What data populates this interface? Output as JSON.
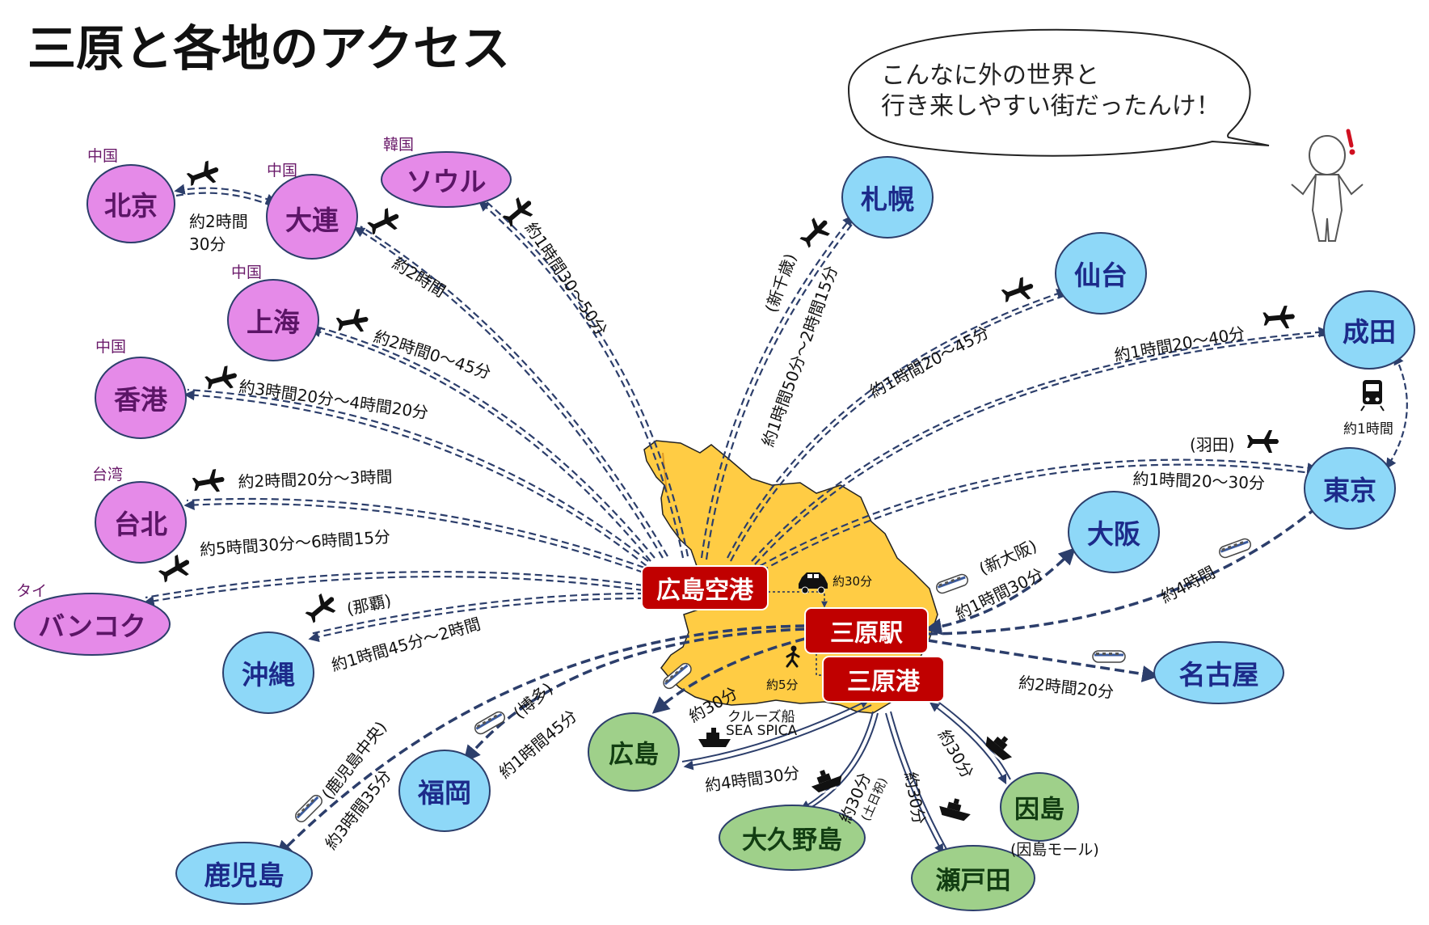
{
  "title": "三原と各地のアクセス",
  "speech_bubble": {
    "line1": "こんなに外の世界と",
    "line2": "行き来しやすい街だったんけ！"
  },
  "hubs": {
    "airport": "広島空港",
    "station": "三原駅",
    "port": "三原港"
  },
  "hub_links": {
    "car_time": "約30分",
    "walk_time": "約5分"
  },
  "international": {
    "beijing": {
      "name": "北京",
      "region": "中国"
    },
    "dalian": {
      "name": "大連",
      "region": "中国"
    },
    "seoul": {
      "name": "ソウル",
      "region": "韓国"
    },
    "shanghai": {
      "name": "上海",
      "region": "中国"
    },
    "hongkong": {
      "name": "香港",
      "region": "中国"
    },
    "taipei": {
      "name": "台北",
      "region": "台湾"
    },
    "bangkok": {
      "name": "バンコク",
      "region": "タイ"
    }
  },
  "domestic": {
    "sapporo": "札幌",
    "sendai": "仙台",
    "narita": "成田",
    "tokyo": "東京",
    "osaka": "大阪",
    "nagoya": "名古屋",
    "okinawa": "沖縄",
    "fukuoka": "福岡",
    "kagoshima": "鹿児島"
  },
  "islands": {
    "hiroshima": "広島",
    "okunoshima": "大久野島",
    "setoda": "瀬戸田",
    "innoshima": "因島"
  },
  "times": {
    "beijing_dalian_1": "約2時間",
    "beijing_dalian_2": "30分",
    "dalian": "約2時間",
    "seoul": "約1時間30～50分",
    "shanghai": "約2時間0～45分",
    "hongkong": "約3時間20分～4時間20分",
    "taipei": "約2時間20分～3時間",
    "bangkok": "約5時間30分～6時間15分",
    "sapporo_note": "(新千歳)",
    "sapporo": "約1時間50分～2時間15分",
    "sendai": "約1時間20～45分",
    "narita": "約1時間20～40分",
    "tokyo_air_note": "(羽田)",
    "tokyo_air": "約1時間20～30分",
    "narita_tokyo": "約1時間",
    "osaka_note": "(新大阪)",
    "osaka": "約1時間30分",
    "tokyo_rail": "約4時間",
    "nagoya": "約2時間20分",
    "okinawa_note": "(那覇)",
    "okinawa": "約1時間45分～2時間",
    "fukuoka_note": "(博多)",
    "fukuoka": "約1時間45分",
    "kagoshima_note": "(鹿児島中央)",
    "kagoshima": "約3時間35分",
    "hiroshima_rail": "約30分",
    "cruise_1": "クルーズ船",
    "cruise_2": "SEA SPICA",
    "hiroshima_ship": "約4時間30分",
    "okunoshima": "約30分",
    "okunoshima_note": "(土日祝)",
    "setoda": "約30分",
    "innoshima": "約30分",
    "innoshima_note": "(因島モール)"
  },
  "colors": {
    "international": "#e58ae8",
    "domestic": "#8ed8f8",
    "island": "#9fd08a",
    "hub": "#c00000",
    "map": "#ffcc44",
    "route": "#2c3e6b"
  }
}
